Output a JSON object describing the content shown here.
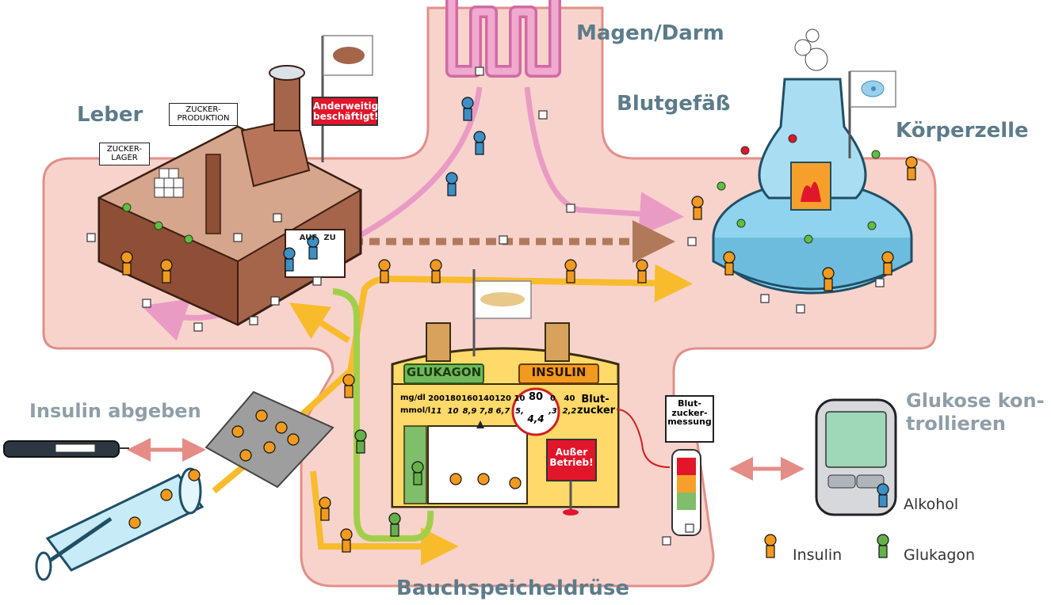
{
  "labels": {
    "stomach": "Magen/Darm",
    "liver": "Leber",
    "blood_vessel": "Blutgefäß",
    "body_cell": "Körperzelle",
    "pancreas": "Bauchspeicheldrüse",
    "insulin_deliver": "Insulin abgeben",
    "glucose_check": "Glukose kon-\ntrollieren"
  },
  "liver_signs": {
    "sugar_storage": "ZUCKER-\nLAGER",
    "sugar_production": "ZUCKER-\nPRODUKTION",
    "busy_flag": "Anderweitig\nbeschäftigt!",
    "gate_open": "AUF",
    "gate_closed": "ZU"
  },
  "pancreas_panel": {
    "glucagon": "GLUKAGON",
    "insulin": "INSULIN",
    "unit_mg": "mg/dl",
    "unit_mmol": "mmol/l",
    "mg_values": [
      "200",
      "180",
      "160",
      "140",
      "120",
      "10",
      "",
      "0",
      "40"
    ],
    "mmol_values": [
      "11",
      "10",
      "8,9",
      "7,8",
      "6,7",
      "5,",
      "",
      ",3",
      "2,2"
    ],
    "dial_mg": "80",
    "dial_mmol": "4,4",
    "blood_sugar": "Blut-\nzucker",
    "out_of_order": "Außer\nBetrieb!"
  },
  "meter_sign": "Blut-\nzucker-\nmessung",
  "legend": {
    "alcohol": "Alkohol",
    "insulin": "Insulin",
    "glucagon": "Glukagon"
  },
  "colors": {
    "vessel_fill": "#f8d3cc",
    "vessel_stroke": "#e0908a",
    "label_text": "#5c7c8a",
    "insulin_orange": "#f29a1f",
    "glucagon_green": "#66b04a",
    "alcohol_blue": "#3d8fc6",
    "pink_arrow": "#e99bc4",
    "yellow_arrow": "#f8bb2c",
    "brown_dashed": "#b07a5a",
    "liver_brown": "#a5654a",
    "cell_blue": "#8fd3ee",
    "red_sign": "#e2162b"
  }
}
